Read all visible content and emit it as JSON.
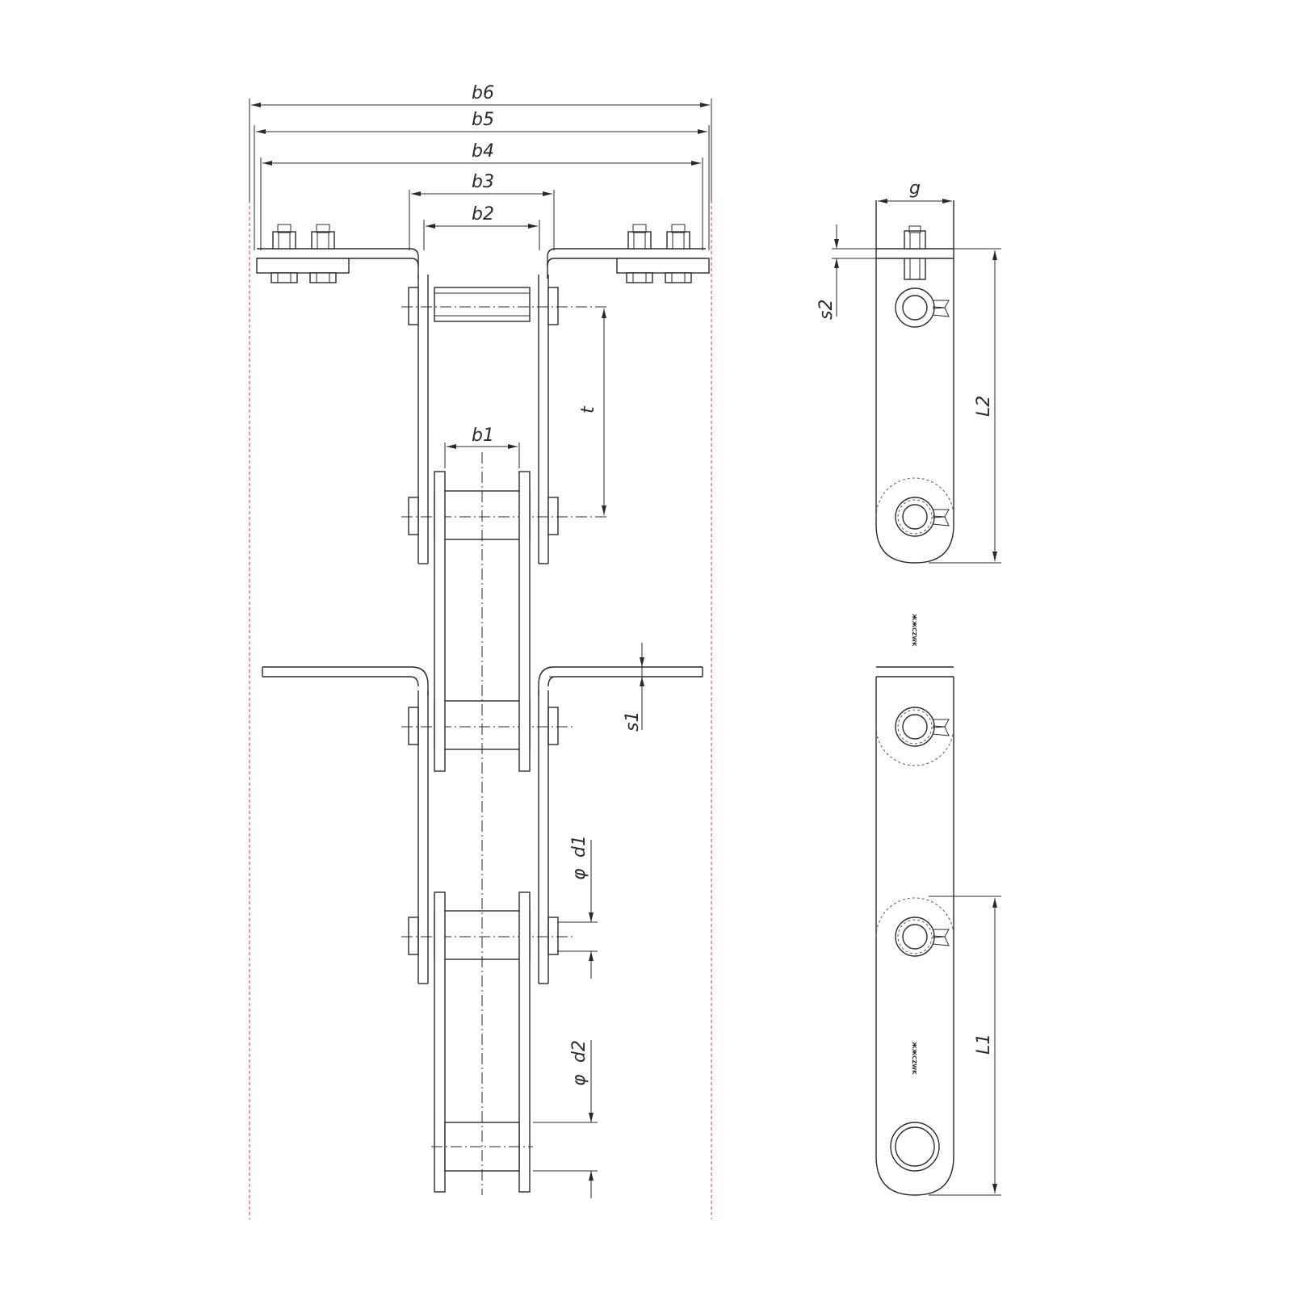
{
  "dimensions": {
    "b1": "b1",
    "b2": "b2",
    "b3": "b3",
    "b4": "b4",
    "b5": "b5",
    "b6": "b6",
    "t": "t",
    "s1": "s1",
    "s2": "s2",
    "g": "g",
    "L1": "L1",
    "L2": "L2",
    "d1": "d1",
    "d2": "d2",
    "phi": "φ"
  },
  "plate_marking": "ЖЖCZWK",
  "colors": {
    "line": "#2a2a2a",
    "limit_line": "#e8323c",
    "background": "#ffffff"
  }
}
